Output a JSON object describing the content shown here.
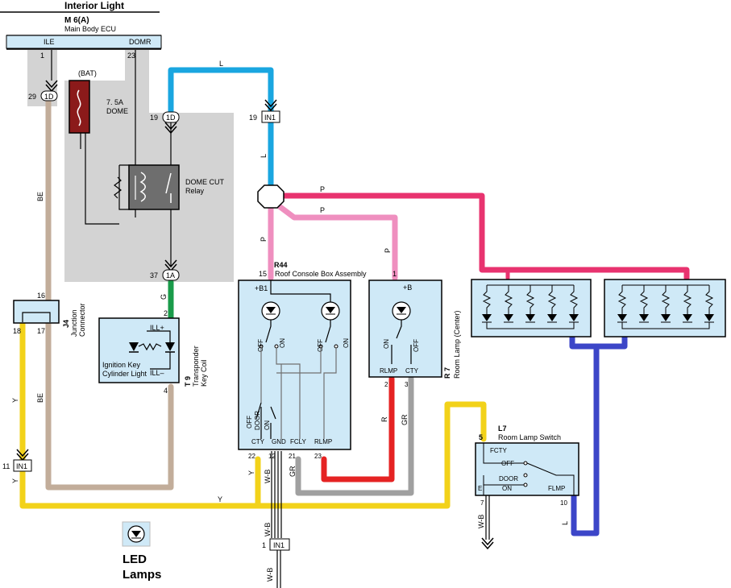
{
  "title": "Interior Light",
  "ecu": {
    "code": "M 6(A)",
    "name": "Main Body ECU",
    "pin_ile": "ILE",
    "pin_domr": "DOMR",
    "num_1": "1",
    "num_23": "23"
  },
  "connectors": {
    "c29": "29",
    "d1d_a": "1D",
    "c19": "19",
    "d1d_b": "1D",
    "in1_19_num": "19",
    "in1_19_label": "IN1",
    "c37": "37",
    "d1a": "1A",
    "in1_11_num": "11",
    "in1_11_label": "IN1",
    "in1_1_num": "1",
    "in1_1_label": "IN1"
  },
  "fuse": {
    "bat": "(BAT)",
    "rating": "7. 5A",
    "name": "DOME"
  },
  "relay": {
    "line1": "DOME CUT",
    "line2": "Relay"
  },
  "wires": {
    "L": "L",
    "BE": "BE",
    "P": "P",
    "G": "G",
    "Y": "Y",
    "R": "R",
    "GR": "GR",
    "WB": "W-B"
  },
  "junction": {
    "code": "J4",
    "line1": "Junction",
    "line2": "Connector",
    "pin16": "16",
    "pin18": "18",
    "pin17": "17"
  },
  "transponder": {
    "code": "T 9",
    "line1": "Transponder",
    "line2": "Key Coil",
    "ill_plus": "ILL+",
    "ill_minus": "ILL–",
    "line3": "Ignition Key",
    "line4": "Cylinder Light",
    "pin2": "2",
    "pin4": "4"
  },
  "roof": {
    "code": "R44",
    "name": "Roof Console Box Assembly",
    "pin15": "15",
    "b1": "+B1",
    "off": "OFF",
    "on": "ON",
    "door": "DOOR",
    "cty": "CTY",
    "gnd": "GND",
    "fcly": "FCLY",
    "rlmp": "RLMP",
    "pin22": "22",
    "pin12": "12",
    "pin21": "21",
    "pin23": "23"
  },
  "room_center": {
    "code": "R 7",
    "name": "Room Lamp (Center)",
    "pin1": "1",
    "b": "+B",
    "on": "ON",
    "off": "OFF",
    "rlmp": "RLMP",
    "cty": "CTY",
    "pin2": "2",
    "pin3": "3"
  },
  "switch": {
    "code": "L7",
    "name": "Room Lamp Switch",
    "pin5": "5",
    "fcty": "FCTY",
    "off": "OFF",
    "door": "DOOR",
    "on": "ON",
    "e": "E",
    "flmp": "FLMP",
    "pin7": "7",
    "pin10": "10"
  },
  "legend": {
    "line1": "LED",
    "line2": "Lamps"
  },
  "colors": {
    "blue": "#1aa6e0",
    "tan": "#c2ad9a",
    "pink": "#ef8fbf",
    "magenta": "#e8336f",
    "green": "#1a9b4a",
    "yellow": "#f2d21a",
    "red": "#e52323",
    "gray": "#a0a0a0",
    "navy": "#3c46c8",
    "panel": "#cfe9f7",
    "shade": "#d3d3d3",
    "fuse": "#8b1a1a",
    "relay": "#6e6e6e"
  }
}
